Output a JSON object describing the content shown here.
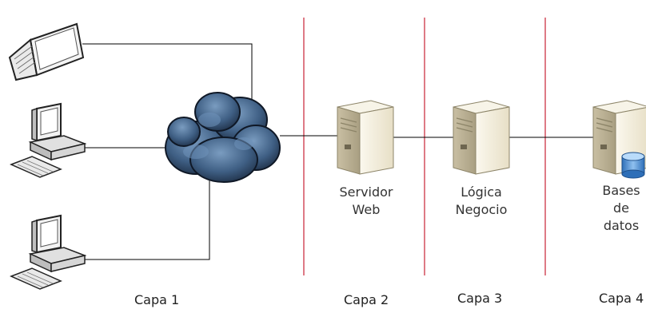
{
  "nodes": {
    "web_server": {
      "line1": "Servidor",
      "line2": "Web"
    },
    "business_logic": {
      "line1": "Lógica",
      "line2": "Negocio"
    },
    "database": {
      "line1": "Bases",
      "line2": "de",
      "line3": "datos"
    }
  },
  "layers": [
    "Capa 1",
    "Capa 2",
    "Capa 3",
    "Capa 4"
  ],
  "icons": [
    "laptop-icon",
    "desktop-computer-icon",
    "desktop-computer-icon",
    "cloud-icon",
    "server-icon",
    "server-icon",
    "database-server-icon"
  ],
  "colors": {
    "separator": "#cc3344",
    "connector": "#000000",
    "cloud": "#3e5f82"
  }
}
